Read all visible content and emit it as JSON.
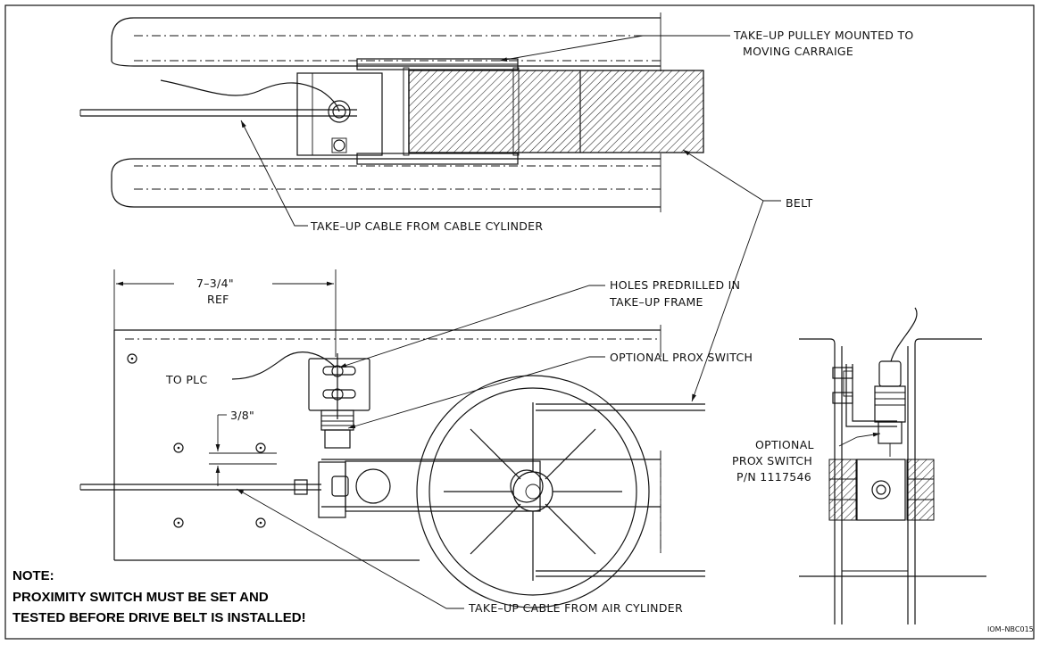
{
  "callouts": {
    "takeup_pulley_1": "TAKE–UP PULLEY MOUNTED TO",
    "takeup_pulley_2": "MOVING CARRAIGE",
    "belt": "BELT",
    "cable_cylinder": "TAKE–UP CABLE FROM CABLE CYLINDER",
    "dimension_value": "7–3/4\"",
    "dimension_ref": "REF",
    "holes_1": "HOLES PREDRILLED IN",
    "holes_2": "TAKE–UP FRAME",
    "to_plc": "TO PLC",
    "optional_prox": "OPTIONAL PROX SWITCH",
    "gap_dimension": "3/8\"",
    "prox_side_1": "OPTIONAL",
    "prox_side_2": "PROX SWITCH",
    "prox_side_3": "P/N 1117546",
    "air_cylinder": "TAKE–UP CABLE FROM AIR CYLINDER"
  },
  "note": {
    "title": "NOTE:",
    "line1": "PROXIMITY SWITCH MUST BE SET AND",
    "line2": "TESTED BEFORE DRIVE BELT IS INSTALLED!"
  },
  "drawing_id": "IOM–NBC015"
}
